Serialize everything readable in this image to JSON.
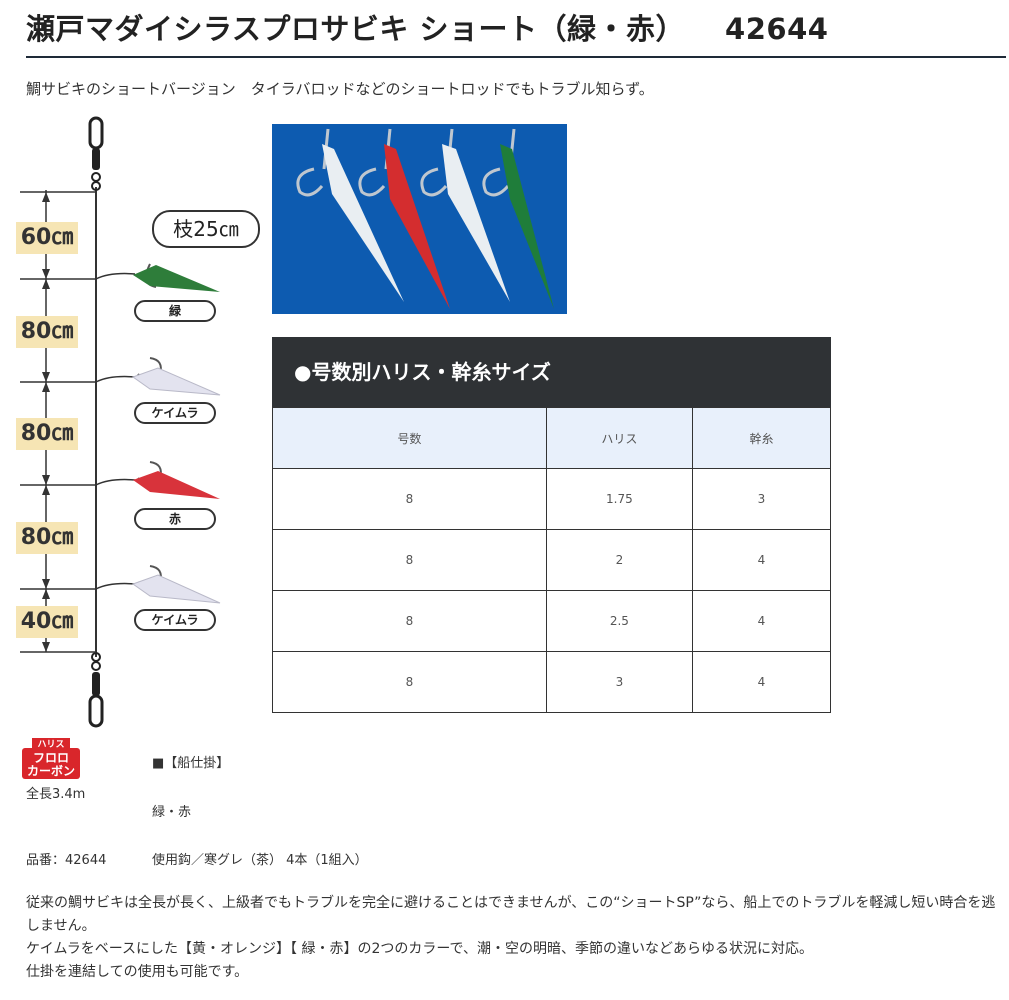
{
  "header": {
    "title": "瀬戸マダイシラスプロサビキ ショート（緑・赤）",
    "code": "42644",
    "subtitle": "鯛サビキのショートバージョン　タイラバロッドなどのショートロッドでもトラブル知らず。"
  },
  "diagram": {
    "branch_label": "枝25㎝",
    "segments": [
      "60㎝",
      "80㎝",
      "80㎝",
      "80㎝",
      "40㎝"
    ],
    "hooks": [
      {
        "label": "緑",
        "color": "#2e7d3a"
      },
      {
        "label": "ケイムラ",
        "color": "#e3e3ef"
      },
      {
        "label": "赤",
        "color": "#d8333b"
      },
      {
        "label": "ケイムラ",
        "color": "#e3e3ef"
      }
    ]
  },
  "size_table": {
    "title": "●号数別ハリス・幹糸サイズ",
    "columns": [
      "号数",
      "ハリス",
      "幹糸"
    ],
    "rows": [
      [
        "8",
        "1.75",
        "3"
      ],
      [
        "8",
        "2",
        "4"
      ],
      [
        "8",
        "2.5",
        "4"
      ],
      [
        "8",
        "3",
        "4"
      ]
    ]
  },
  "badge": {
    "line1": "ハリス",
    "line2": "フロロ",
    "line3": "カーボン"
  },
  "specs": {
    "total_length": "全長3.4m",
    "heading": "■【船仕掛】",
    "colors": "緑・赤",
    "product_no": "品番：42644",
    "hook_info": "使用鈎／寒グレ（茶） 4本（1組入）"
  },
  "description": [
    "従来の鯛サビキは全長が長く、上級者でもトラブルを完全に避けることはできませんが、この“ショートSP”なら、船上でのトラブルを軽減し短い時合を逃しません。",
    "ケイムラをベースにした【黄・オレンジ】【 緑・赤】の2つのカラーで、潮・空の明暗、季節の違いなどあらゆる状況に対応。",
    "仕掛を連結しての使用も可能です。"
  ],
  "colors": {
    "title_rule": "#1e2a38",
    "table_header_bg": "#2f3235",
    "table_th_bg": "#e8f0fb",
    "photo_bg": "#0d5bb0",
    "badge_red": "#d9262b",
    "length_label_bg": "#f6e5b4"
  }
}
